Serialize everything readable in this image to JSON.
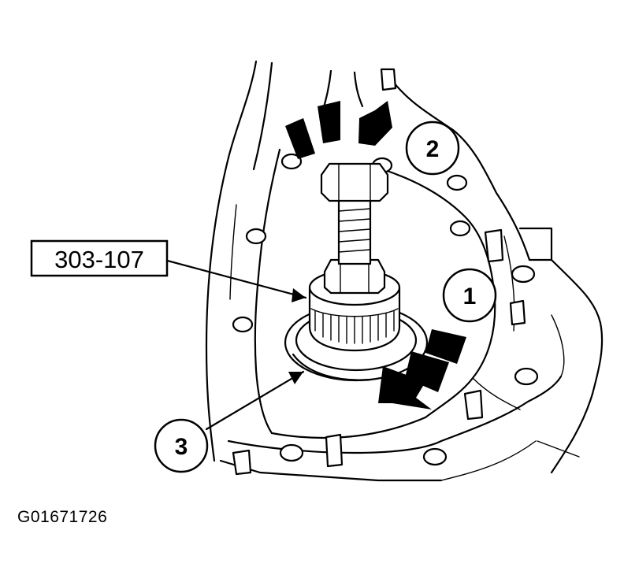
{
  "tool_label": "303-107",
  "callouts": [
    "1",
    "2",
    "3"
  ],
  "figure_id": "G01671726"
}
